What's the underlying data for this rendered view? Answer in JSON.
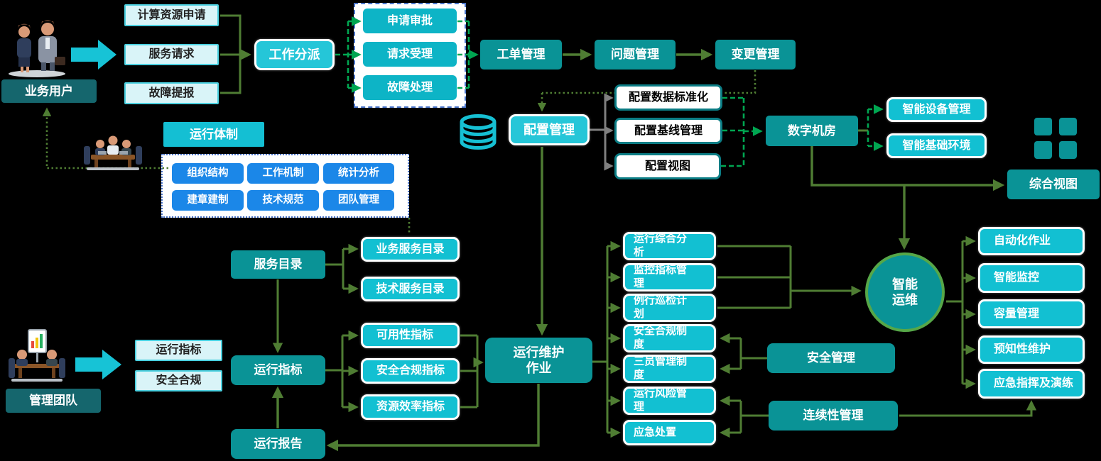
{
  "actors": {
    "business_users": "业务用户",
    "management_team": "管理团队"
  },
  "user_requests": {
    "compute": "计算资源申请",
    "service": "服务请求",
    "fault": "故障提报"
  },
  "dispatch": {
    "label": "工作分派",
    "approval": "申请审批",
    "acceptance": "请求受理",
    "fault_handling": "故障处理"
  },
  "ticket_flow": {
    "ticket": "工单管理",
    "problem": "问题管理",
    "change": "变更管理"
  },
  "configuration": {
    "label": "配置管理",
    "standardization": "配置数据标准化",
    "baseline": "配置基线管理",
    "view": "配置视图"
  },
  "datacenter": {
    "label": "数字机房",
    "device": "智能设备管理",
    "environment": "智能基础环境"
  },
  "overview": {
    "label": "综合视图"
  },
  "operation_system": {
    "title": "运行体制",
    "items": [
      "组织结构",
      "工作机制",
      "统计分析",
      "建章建制",
      "技术规范",
      "团队管理"
    ]
  },
  "service_catalog": {
    "label": "服务目录",
    "business": "业务服务目录",
    "technical": "技术服务目录"
  },
  "metrics": {
    "label": "运行指标",
    "availability": "可用性指标",
    "compliance": "安全合规指标",
    "efficiency": "资源效率指标"
  },
  "management_inputs": {
    "metrics": "运行指标",
    "compliance": "安全合规"
  },
  "ops_work": {
    "label": "运行维护作业"
  },
  "ops_items": [
    "运行综合分析",
    "监控指标管理",
    "例行巡检计划",
    "安全合规制度",
    "三员管理制度",
    "运行风险管理",
    "应急处置"
  ],
  "aiops": {
    "label": "智能运维",
    "items": [
      "自动化作业",
      "智能监控",
      "容量管理",
      "预知性维护",
      "应急指挥及演练"
    ]
  },
  "security_management": {
    "label": "安全管理"
  },
  "continuity_management": {
    "label": "连续性管理"
  },
  "operation_report": {
    "label": "运行报告"
  },
  "colors": {
    "teal": "#0a9396",
    "dark_teal": "#15666d",
    "cyan": "#12c0d2",
    "light_cyan": "#d9f4f8",
    "blue": "#1b87e8",
    "olive_green": "#4f7d33",
    "bright_green": "#00a651",
    "gray": "#7f7f7f"
  }
}
